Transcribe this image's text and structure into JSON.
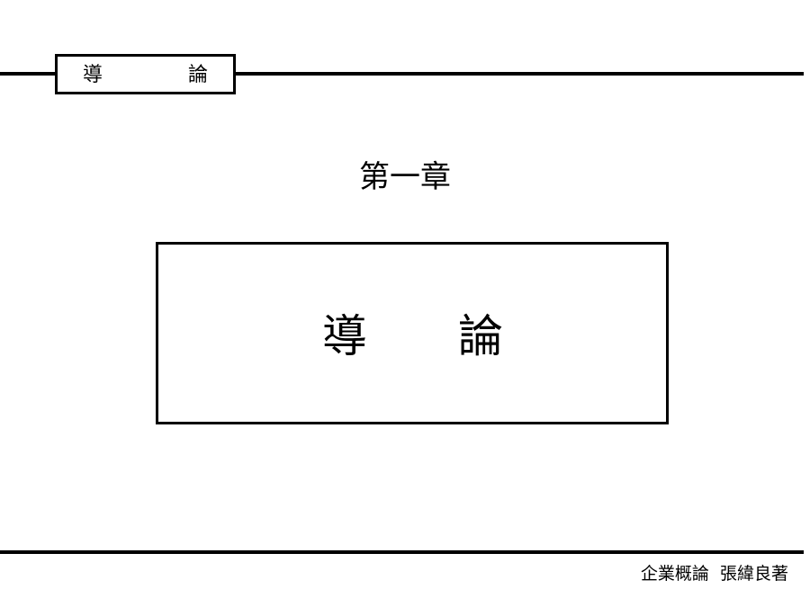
{
  "header": {
    "chars": [
      "導",
      "論"
    ]
  },
  "chapter": {
    "label": "第一章"
  },
  "title": {
    "chars": [
      "導",
      "論"
    ]
  },
  "footer": {
    "text": "企業概論  張緯良著"
  },
  "colors": {
    "text": "#000000",
    "background": "#ffffff"
  }
}
